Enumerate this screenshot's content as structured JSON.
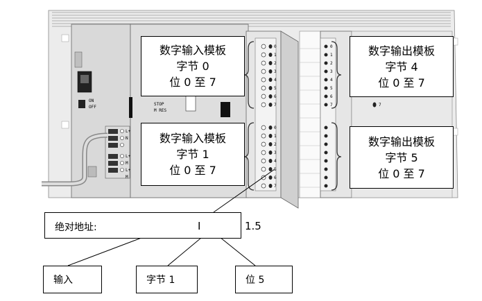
{
  "modules": {
    "input_byte0": {
      "line1": "数字输入模板",
      "line2": "字节 0",
      "line3": "位 0 至 7"
    },
    "input_byte1": {
      "line1": "数字输入模板",
      "line2": "字节 1",
      "line3": "位 0 至 7"
    },
    "output_byte4": {
      "line1": "数字输出模板",
      "line2": "字节 4",
      "line3": "位 0 至 7"
    },
    "output_byte5": {
      "line1": "数字输出模板",
      "line2": "字节 5",
      "line3": "位 0 至 7"
    }
  },
  "address": {
    "label": "绝对地址:",
    "area_letter": "I",
    "byte_bit": "1.5"
  },
  "callouts": {
    "input": "输入",
    "byte": "字节 1",
    "bit": "位 5"
  },
  "plc_labels": {
    "switch_on": "ON",
    "switch_off": "OFF",
    "stop": "STOP",
    "mres": "M RES",
    "terminal_lplus": "L+",
    "terminal_n": "N",
    "terminal_l2": "L+",
    "terminal_m1": "M",
    "terminal_l3": "L+",
    "terminal_m2": "M",
    "channel_numbers": [
      "0",
      "1",
      "2",
      "3",
      "4",
      "5",
      "6",
      "7"
    ]
  }
}
